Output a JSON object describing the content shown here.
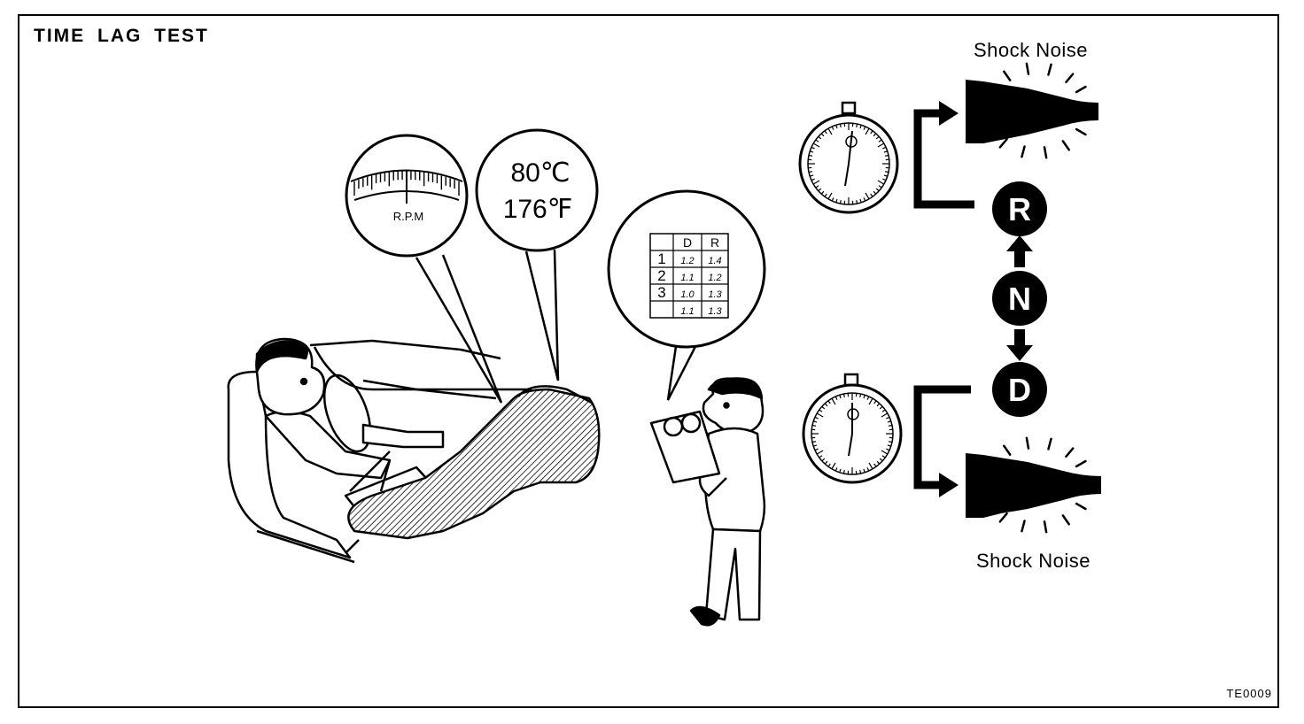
{
  "title": "TIME LAG TEST",
  "figure_code": "TE0009",
  "noise_labels": {
    "top": "Shock Noise",
    "bottom": "Shock Noise"
  },
  "rpm_gauge": {
    "label": "R.P.M"
  },
  "temperature": {
    "celsius": "80℃",
    "fahrenheit": "176℉"
  },
  "chart": {
    "headers": [
      "",
      "D",
      "R"
    ],
    "rows": [
      [
        "1",
        "1.2",
        "1.4"
      ],
      [
        "2",
        "1.1",
        "1.2"
      ],
      [
        "3",
        "1.0",
        "1.3"
      ],
      [
        "",
        "1.1",
        "1.3"
      ]
    ]
  },
  "shift_positions": [
    "R",
    "N",
    "D"
  ]
}
